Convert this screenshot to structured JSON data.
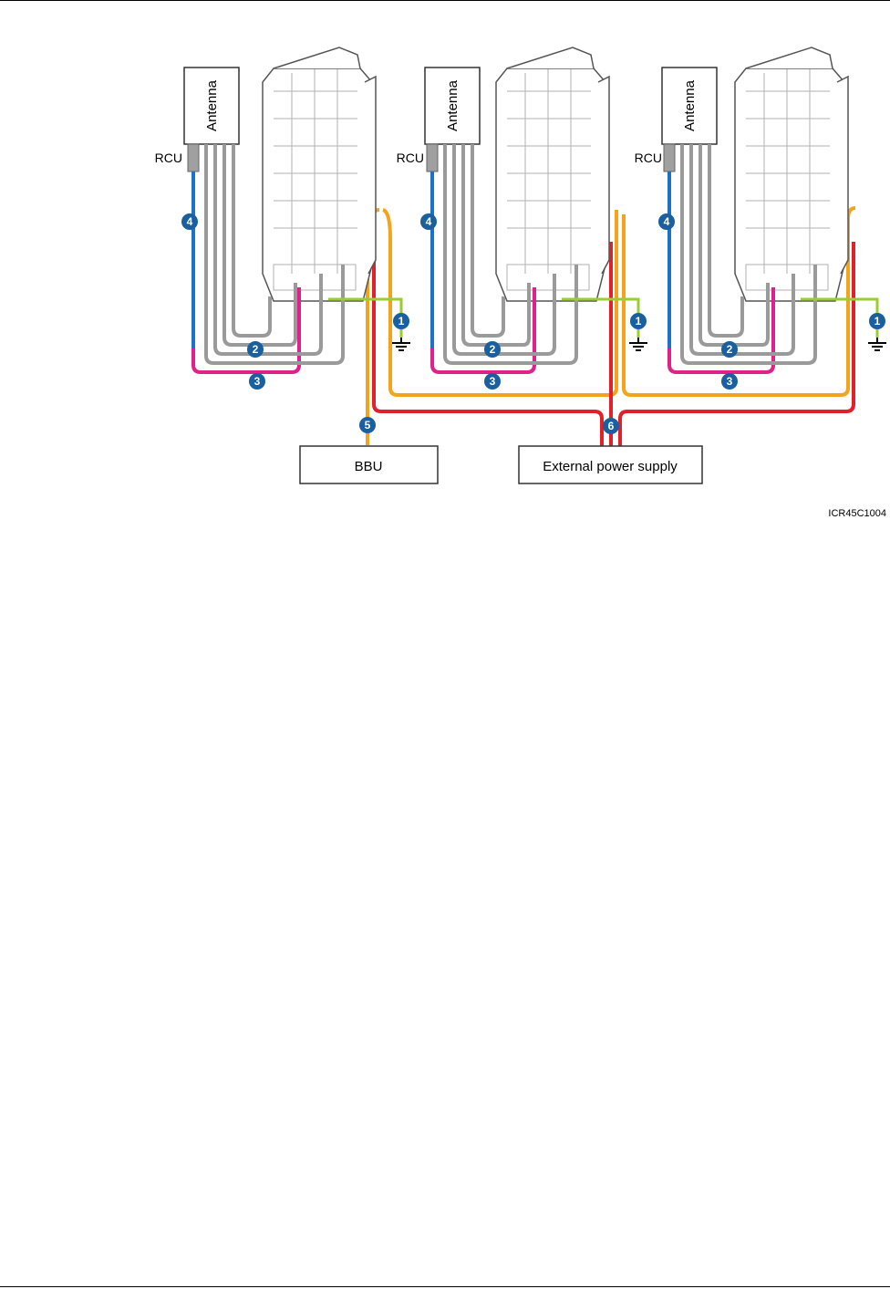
{
  "figure_id": "ICR45C1004",
  "units": [
    {
      "antenna_label": "Antenna",
      "rcu_label": "RCU"
    },
    {
      "antenna_label": "Antenna",
      "rcu_label": "RCU"
    },
    {
      "antenna_label": "Antenna",
      "rcu_label": "RCU"
    }
  ],
  "bbu_label": "BBU",
  "power_label": "External power supply",
  "callouts": [
    "1",
    "2",
    "3",
    "4",
    "5",
    "6"
  ],
  "colors": {
    "blue_cable": "#1a73c8",
    "gray_cable": "#9a9a9a",
    "magenta_cable": "#e0218a",
    "orange_cable": "#f5a31a",
    "red_cable": "#e0202a",
    "ground_cable": "#9acd32",
    "badge": "#1a5fa0"
  }
}
